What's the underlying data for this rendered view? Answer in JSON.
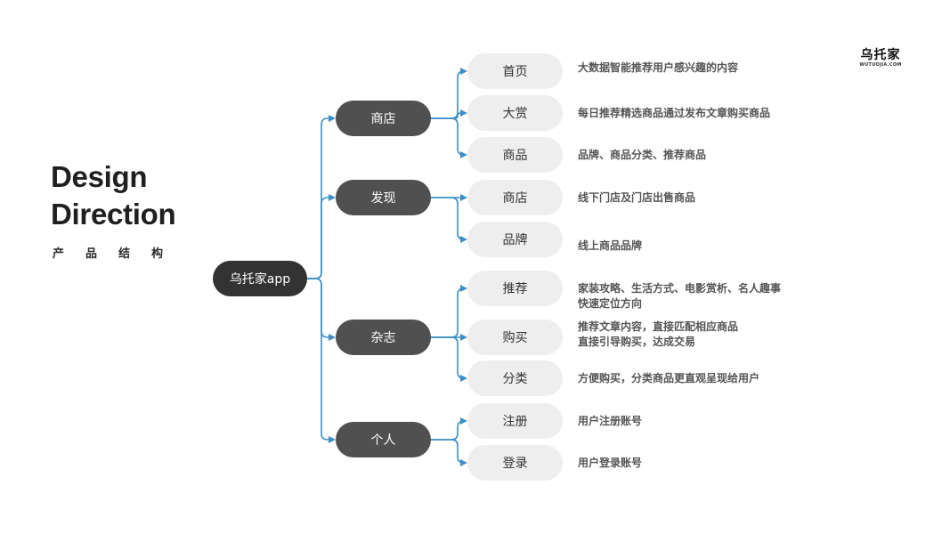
{
  "title": {
    "line1": "Design",
    "line2": "Direction"
  },
  "subtitle": "产品结构",
  "logo": {
    "main": "乌托家",
    "sub": "WUTUOJIA.COM"
  },
  "root": "乌托家app",
  "colors": {
    "connector": "#3e8ec4",
    "root_pill": "#333333",
    "category_pill": "#505050",
    "sub_pill": "#eeeeee"
  },
  "categories": [
    {
      "label": "商店",
      "items": [
        {
          "label": "首页",
          "desc": [
            "大数据智能推荐用户感兴趣的内容"
          ]
        },
        {
          "label": "大赏",
          "desc": [
            "每日推荐精选商品通过发布文章购买商品"
          ]
        },
        {
          "label": "商品",
          "desc": [
            "品牌、商品分类、推荐商品"
          ]
        }
      ]
    },
    {
      "label": "发现",
      "items": [
        {
          "label": "商店",
          "desc": [
            "线下门店及门店出售商品"
          ]
        },
        {
          "label": "品牌",
          "desc": [
            "线上商品品牌"
          ]
        }
      ]
    },
    {
      "label": "杂志",
      "items": [
        {
          "label": "推荐",
          "desc": [
            "家装攻略、生活方式、电影赏析、名人趣事",
            "快速定位方向"
          ]
        },
        {
          "label": "购买",
          "desc": [
            "推荐文章内容，直接匹配相应商品",
            "直接引导购买，达成交易"
          ]
        },
        {
          "label": "分类",
          "desc": [
            "方便购买，分类商品更直观呈现给用户"
          ]
        }
      ]
    },
    {
      "label": "个人",
      "items": [
        {
          "label": "注册",
          "desc": [
            "用户注册账号"
          ]
        },
        {
          "label": "登录",
          "desc": [
            "用户登录账号"
          ]
        }
      ]
    }
  ]
}
